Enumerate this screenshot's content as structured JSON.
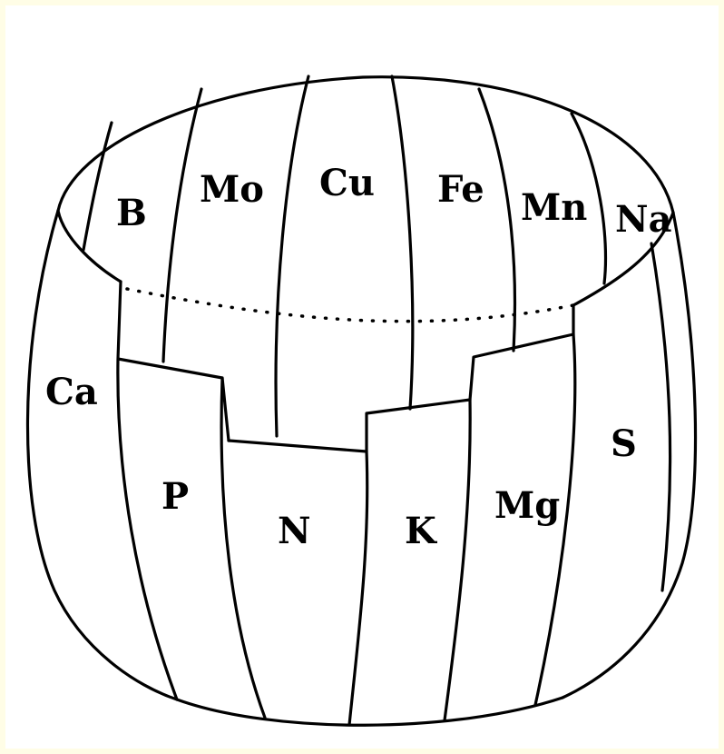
{
  "diagram": {
    "nutrient_labels": {
      "b": "B",
      "mo": "Mo",
      "cu": "Cu",
      "fe": "Fe",
      "mn": "Mn",
      "na": "Na",
      "ca": "Ca",
      "p": "P",
      "n": "N",
      "k": "K",
      "mg": "Mg",
      "s": "S"
    }
  }
}
